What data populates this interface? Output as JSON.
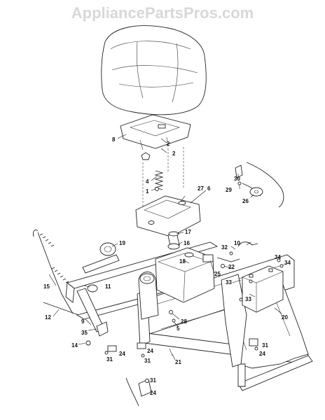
{
  "watermark": "AppliancePartsPros.com",
  "callouts": [
    {
      "id": "c30",
      "text": "30"
    },
    {
      "id": "c29",
      "text": "29"
    },
    {
      "id": "c26",
      "text": "26"
    },
    {
      "id": "c8",
      "text": "8"
    },
    {
      "id": "c2a",
      "text": "2"
    },
    {
      "id": "c2b",
      "text": "2"
    },
    {
      "id": "c4",
      "text": "4"
    },
    {
      "id": "c1",
      "text": "1"
    },
    {
      "id": "c27",
      "text": "27"
    },
    {
      "id": "c6",
      "text": "6"
    },
    {
      "id": "c17",
      "text": "17"
    },
    {
      "id": "c16",
      "text": "16"
    },
    {
      "id": "c19",
      "text": "19"
    },
    {
      "id": "c10",
      "text": "10"
    },
    {
      "id": "c32",
      "text": "32"
    },
    {
      "id": "c18",
      "text": "18"
    },
    {
      "id": "c25",
      "text": "25"
    },
    {
      "id": "c22",
      "text": "22"
    },
    {
      "id": "c34a",
      "text": "34"
    },
    {
      "id": "c34b",
      "text": "34"
    },
    {
      "id": "c33a",
      "text": "33"
    },
    {
      "id": "c33b",
      "text": "33"
    },
    {
      "id": "c15",
      "text": "15"
    },
    {
      "id": "c11",
      "text": "11"
    },
    {
      "id": "c12",
      "text": "12"
    },
    {
      "id": "c9",
      "text": "9"
    },
    {
      "id": "c28",
      "text": "28"
    },
    {
      "id": "c5",
      "text": "5"
    },
    {
      "id": "c20",
      "text": "20"
    },
    {
      "id": "c35",
      "text": "35"
    },
    {
      "id": "c14",
      "text": "14"
    },
    {
      "id": "c24a",
      "text": "24"
    },
    {
      "id": "c31a",
      "text": "31"
    },
    {
      "id": "c24b",
      "text": "24"
    },
    {
      "id": "c31b",
      "text": "31"
    },
    {
      "id": "c21",
      "text": "21"
    },
    {
      "id": "c24c",
      "text": "24"
    },
    {
      "id": "c31c",
      "text": "31"
    },
    {
      "id": "c31d",
      "text": "31"
    },
    {
      "id": "c24d",
      "text": "24"
    }
  ]
}
